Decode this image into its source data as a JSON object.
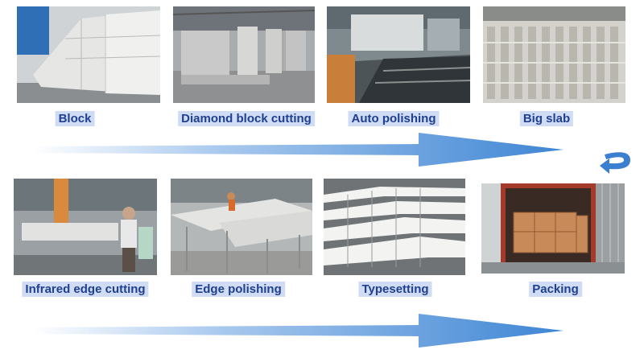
{
  "row1": [
    {
      "caption": "Block"
    },
    {
      "caption": "Diamond block cutting"
    },
    {
      "caption": "Auto polishing"
    },
    {
      "caption": "Big slab"
    }
  ],
  "row2": [
    {
      "caption": "Infrared edge cutting"
    },
    {
      "caption": "Edge polishing"
    },
    {
      "caption": "Typesetting"
    },
    {
      "caption": "Packing"
    }
  ],
  "colors": {
    "caption_text": "#1f3f8f",
    "caption_bg": "#cfdcf3",
    "arrow_blue": "#4d8fd6",
    "return_arrow": "#3a7fd0"
  },
  "icons": [
    "process-arrow-icon",
    "return-arrow-icon"
  ]
}
